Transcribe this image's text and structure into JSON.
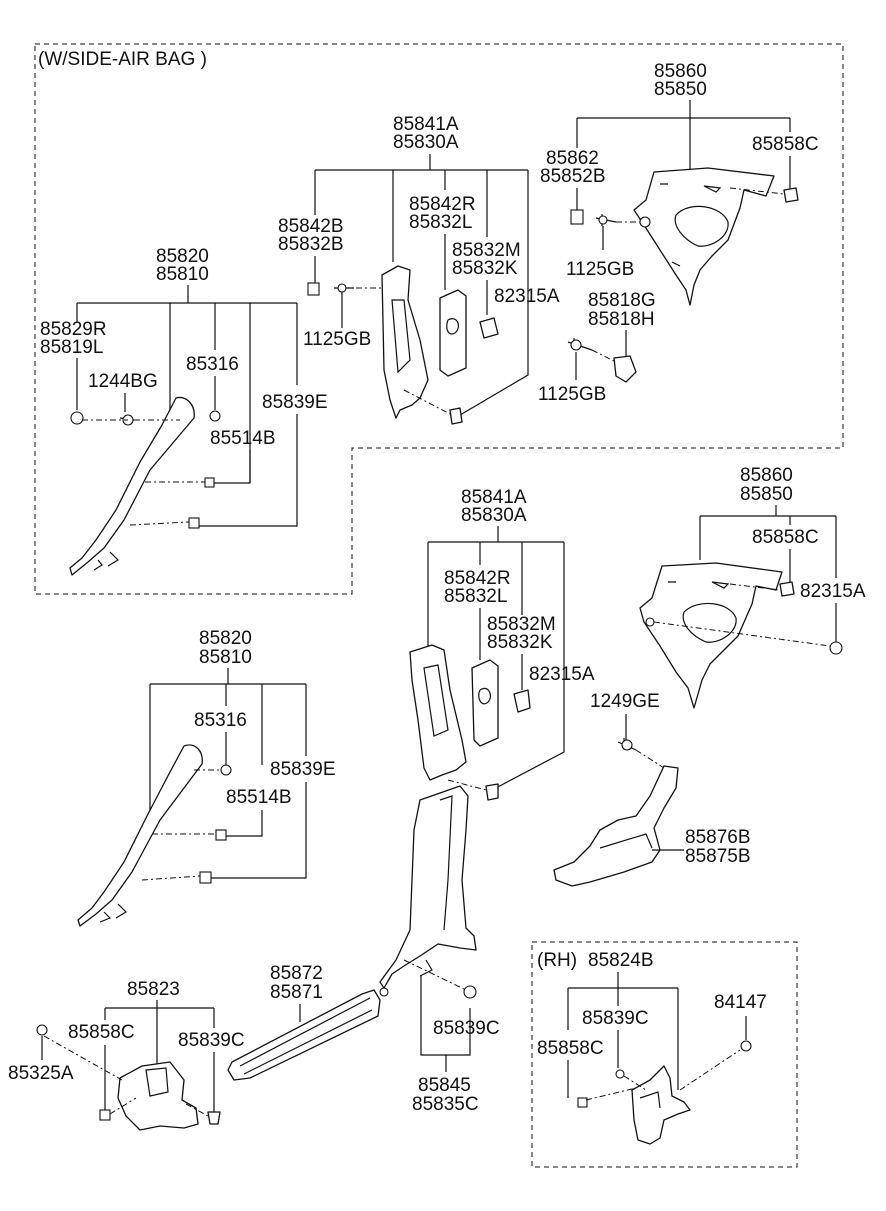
{
  "groups": {
    "side_airbag": "(W/SIDE-AIR BAG )",
    "rh": "(RH)"
  },
  "labels": {
    "top_right_85860": "85860",
    "top_right_85850": "85850",
    "top_right_85858C": "85858C",
    "top_right_85862": "85862",
    "top_right_85852B": "85852B",
    "top_right_1125GB": "1125GB",
    "top_right_85818G": "85818G",
    "top_right_85818H": "85818H",
    "top_right_1125GB_b": "1125GB",
    "top_mid_85841A": "85841A",
    "top_mid_85830A": "85830A",
    "top_mid_85842B": "85842B",
    "top_mid_85832B": "85832B",
    "top_mid_85842R": "85842R",
    "top_mid_85832L": "85832L",
    "top_mid_85832M": "85832M",
    "top_mid_85832K": "85832K",
    "top_mid_82315A": "82315A",
    "top_mid_1125GB": "1125GB",
    "top_left_85820": "85820",
    "top_left_85810": "85810",
    "top_left_85829R": "85829R",
    "top_left_85819L": "85819L",
    "top_left_85316": "85316",
    "top_left_1244BG": "1244BG",
    "top_left_85839E": "85839E",
    "top_left_85514B": "85514B",
    "mid_85841A": "85841A",
    "mid_85830A": "85830A",
    "mid_85842R": "85842R",
    "mid_85832L": "85832L",
    "mid_85832M": "85832M",
    "mid_85832K": "85832K",
    "mid_82315A": "82315A",
    "mid_right_85860": "85860",
    "mid_right_85850": "85850",
    "mid_right_85858C": "85858C",
    "mid_right_82315A": "82315A",
    "mid_right_1249GE": "1249GE",
    "mid_right_85876B": "85876B",
    "mid_right_85875B": "85875B",
    "mid_left_85820": "85820",
    "mid_left_85810": "85810",
    "mid_left_85316": "85316",
    "mid_left_85839E": "85839E",
    "mid_left_85514B": "85514B",
    "bot_85823": "85823",
    "bot_85858C": "85858C",
    "bot_85839C": "85839C",
    "bot_85325A": "85325A",
    "bot_85872": "85872",
    "bot_85871": "85871",
    "bot_85839C_b": "85839C",
    "bot_85845": "85845",
    "bot_85835C": "85835C",
    "rh_85824B": "85824B",
    "rh_85839C": "85839C",
    "rh_85858C": "85858C",
    "rh_84147": "84147"
  }
}
